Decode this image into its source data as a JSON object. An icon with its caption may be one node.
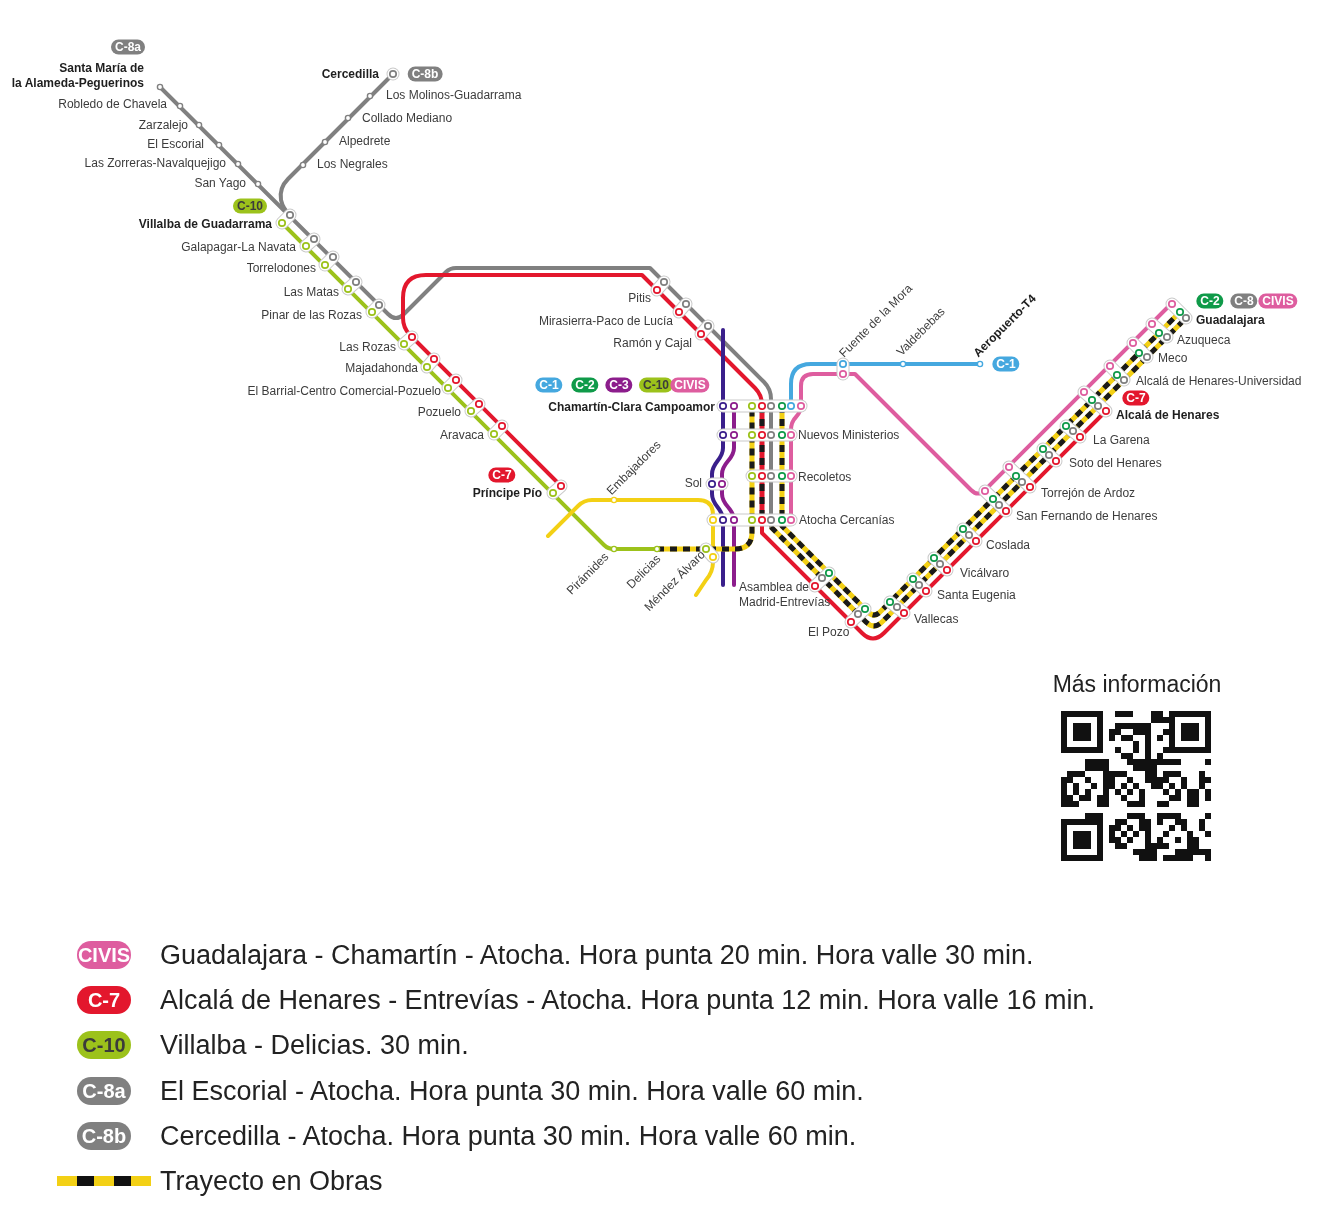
{
  "diagram": {
    "labels": [
      "C-8a",
      "Santa María de la Alameda-Peguerinos",
      "Cercedilla",
      "C-8b",
      "Los Molinos-Guadarrama",
      "Robledo de Chavela",
      "Collado Mediano",
      "Zarzalejo",
      "Alpedrete",
      "El Escorial",
      "Las Zorreras-Navalquejigo",
      "Los Negrales",
      "San Yago",
      "C-10",
      "Villalba de Guadarrama",
      "Galapagar-La Navata",
      "Torrelodones",
      "Las Matas",
      "Pitis",
      "Pinar de las Rozas",
      "Mirasierra-Paco de Lucía",
      "Ramón y Cajal",
      "Las Rozas",
      "Majadahonda",
      "C-1",
      "C-2",
      "C-3",
      "C-10",
      "CIVIS",
      "El Barrial-Centro Comercial-Pozuelo",
      "Chamartín-Clara Campoamor",
      "Pozuelo",
      "Nuevos Ministerios",
      "Aravaca",
      "C-7",
      "Recoletos",
      "Sol",
      "Príncipe Pío",
      "Atocha Cercanías",
      "Embajadores",
      "Pirámides",
      "Delicias",
      "Méndez Álvaro",
      "Asamblea de Madrid-Entrevías",
      "El Pozo",
      "Fuente de la Mora",
      "Valdebebas",
      "Aeropuerto-T4",
      "C-1",
      "C-2",
      "C-8",
      "CIVIS",
      "Guadalajara",
      "Azuqueca",
      "Meco",
      "Alcalá de Henares-Universidad",
      "C-7",
      "Alcalá de Henares",
      "La Garena",
      "Soto del Henares",
      "Torrejón de Ardoz",
      "San Fernando de Henares",
      "Coslada",
      "Vicálvaro",
      "Santa Eugenia",
      "Vallecas",
      "Más información",
      "CIVIS",
      "C-7",
      "C-10",
      "C-8a",
      "C-8b"
    ],
    "legend": [
      {
        "text": "Guadalajara - Chamartín - Atocha. Hora punta 20 min. Hora valle 30 min.",
        "color": "#de5d9f"
      },
      {
        "text": "Alcalá de Henares - Entrevías - Atocha. Hora punta 12 min. Hora valle 16 min.",
        "color": "#e3172d"
      },
      {
        "text": "Villalba - Delicias. 30 min.",
        "color": "#9cc21b"
      },
      {
        "text": "El Escorial - Atocha. Hora punta 30 min. Hora valle 60 min.",
        "color": "#808080"
      },
      {
        "text": "Cercedilla - Atocha. Hora punta 30 min. Hora valle 60 min.",
        "color": "#808080"
      },
      {
        "text": "Trayecto en Obras"
      }
    ]
  }
}
